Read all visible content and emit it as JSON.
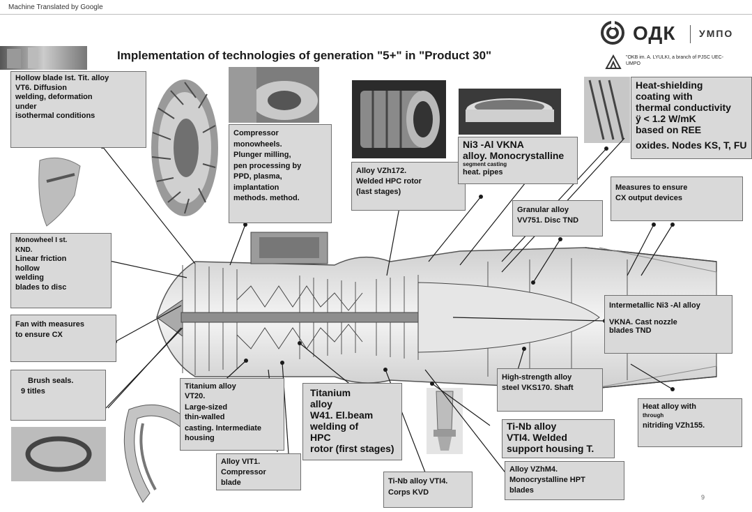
{
  "header": {
    "machine_translated": "Machine Translated by Google"
  },
  "title": "Implementation of technologies of generation \"5+\" in \"Product 30\"",
  "logo": {
    "main": "ОДК",
    "sub": "УМПО",
    "branch_text": "\"OKB im. A. LYULKI, a branch of PJSC UEC-UMPO"
  },
  "page_number": "9",
  "callouts": {
    "hollow_blade": [
      "Hollow blade Ist. Tit. alloy",
      "VT6. Diffusion",
      "welding, deformation",
      "under",
      "isothermal conditions"
    ],
    "compressor_monowheels": [
      "Compressor",
      "monowheels.",
      "Plunger milling,",
      "pen processing by",
      "PPD, plasma,",
      "implantation",
      "methods. method."
    ],
    "alloy_vzh172": [
      "Alloy VZh172.",
      "Welded HPC rotor",
      "(last stages)"
    ],
    "ni3_vkna_line1": "Ni3 -Al VKNA",
    "ni3_vkna_line2": "alloy. Monocrystalline",
    "ni3_vkna_line3": "segment casting",
    "ni3_vkna_line4": "heat. pipes",
    "heat_shielding": [
      "Heat-shielding",
      "coating with",
      "thermal conductivity",
      "ÿ < 1.2 W/mK",
      "based on REE"
    ],
    "heat_shielding_tail": "oxides. Nodes KS, T, FU",
    "measures_cx_output": [
      "Measures to ensure",
      "CX output devices"
    ],
    "granular_alloy": [
      "Granular alloy",
      "VV751. Disc TND"
    ],
    "monowheel": [
      "Monowheel I st.",
      "KND.",
      "Linear friction",
      "hollow",
      "welding",
      "blades to disc"
    ],
    "fan_measures": [
      "Fan with measures",
      "to ensure CX"
    ],
    "intermetallic": [
      "Intermetallic Ni3 -Al alloy",
      "",
      "VKNA. Cast nozzle",
      "blades TND"
    ],
    "brush_seals": [
      "Brush seals.",
      "9 titles"
    ],
    "titanium_vt20": [
      "Titanium alloy",
      "VT20.",
      "Large-sized",
      "thin-walled",
      "casting. Intermediate",
      "housing"
    ],
    "titanium_w41": [
      "Titanium",
      "alloy",
      "W41. El.beam",
      "welding of",
      "HPC",
      "rotor (first stages)"
    ],
    "high_strength": [
      "High-strength alloy",
      "steel VKS170. Shaft"
    ],
    "heat_alloy_line1": "Heat alloy with",
    "heat_alloy_line2": "through",
    "heat_alloy_line3": "nitriding VZh155.",
    "ti_nb_vti4_housing": [
      "Ti-Nb alloy",
      "VTI4. Welded",
      "support housing T."
    ],
    "alloy_vit1": [
      "Alloy VIT1.",
      "Compressor",
      "blade"
    ],
    "ti_nb_corps": [
      "Ti-Nb alloy VTI4.",
      "Corps KVD"
    ],
    "alloy_vzhm4": [
      "Alloy VZhM4.",
      "Monocrystalline HPT",
      "blades"
    ]
  },
  "colors": {
    "box_fill": "#d9d9d9",
    "box_border": "#6f6f6f",
    "leader": "#1a1a1a"
  }
}
